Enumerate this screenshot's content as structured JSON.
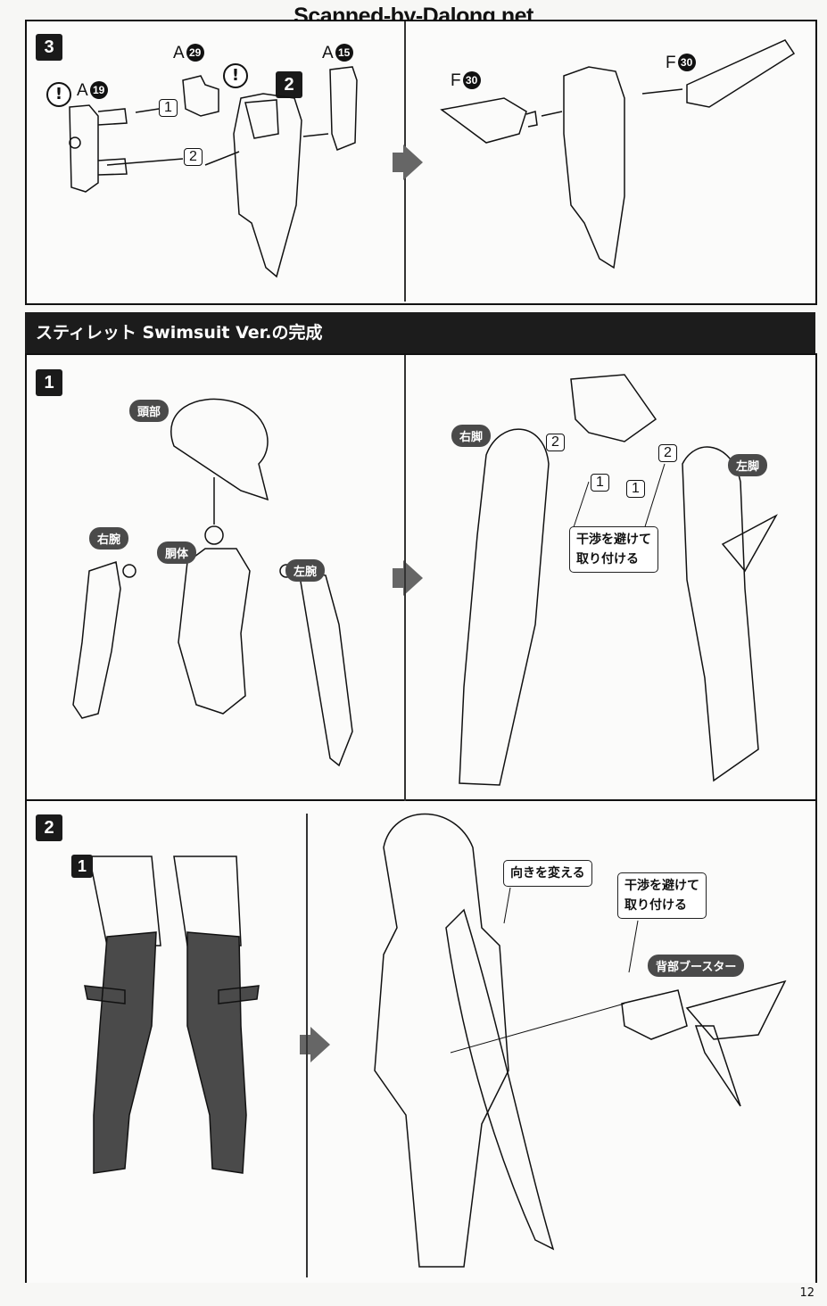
{
  "watermark": "Scanned-by-Dalong.net",
  "step3": {
    "badge": "3",
    "subassembly_badge": "2",
    "caution": "!",
    "parts": [
      {
        "letter": "A",
        "number": "29"
      },
      {
        "letter": "A",
        "number": "19"
      },
      {
        "letter": "A",
        "number": "15"
      },
      {
        "letter": "F",
        "number": "30"
      },
      {
        "letter": "F",
        "number": "30"
      }
    ],
    "order": [
      "1",
      "2"
    ]
  },
  "section_header": "スティレット Swimsuit Ver.の完成",
  "step1": {
    "badge": "1",
    "labels": {
      "head": "頭部",
      "right_arm": "右腕",
      "torso": "胴体",
      "left_arm": "左腕",
      "right_leg": "右脚",
      "left_leg": "左脚"
    },
    "order": [
      "1",
      "2"
    ],
    "callout": [
      "干渉を避けて",
      "取り付ける"
    ]
  },
  "step2": {
    "badge": "2",
    "sub_badge": "1",
    "callout_turn": "向きを変える",
    "callout_avoid": [
      "干渉を避けて",
      "取り付ける"
    ],
    "booster_label": "背部ブースター"
  },
  "page_number": "12"
}
